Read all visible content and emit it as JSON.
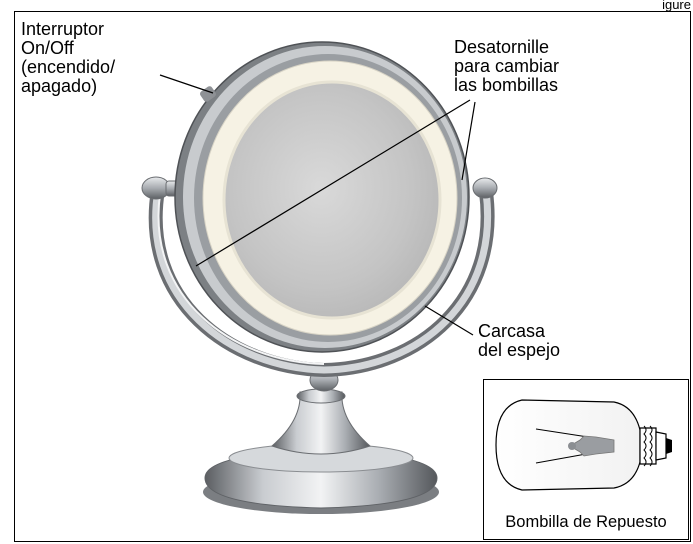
{
  "header": {
    "corner_text": "igure"
  },
  "labels": {
    "switch": "Interruptor\nOn/Off\n(encendido/\napagado)",
    "bulbs": "Desatornille\npara cambiar\nlas bombillas",
    "housing": "Carcasa\ndel espejo"
  },
  "inset": {
    "caption": "Bombilla de Repuesto"
  },
  "colors": {
    "frame": "#000000",
    "metal_dark": "#6e7175",
    "metal_light": "#e6e8ea",
    "glass": "#c9c9c9",
    "light_ring": "#f4f1e6"
  }
}
